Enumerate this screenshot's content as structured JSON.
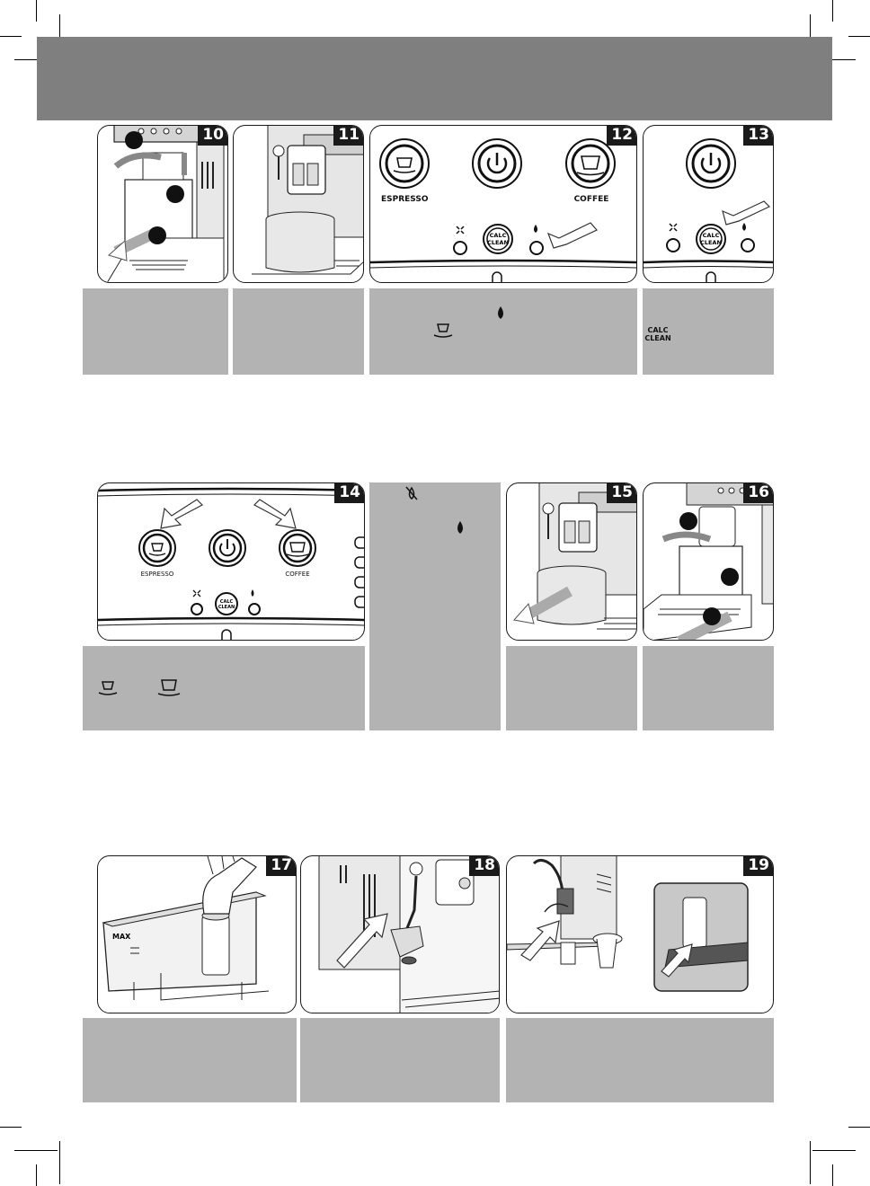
{
  "steps": {
    "s10": "10",
    "s11": "11",
    "s12": "12",
    "s13": "13",
    "s14": "14",
    "s15": "15",
    "s16": "16",
    "s17": "17",
    "s18": "18",
    "s19": "19"
  },
  "buttons": {
    "espresso": "ESPRESSO",
    "coffee": "COFFEE",
    "calc": "CALC",
    "clean": "CLEAN"
  },
  "icons": {
    "descale": "water-drop-icon",
    "no_descale": "crossed-drop-icon",
    "espresso": "espresso-cup-icon",
    "coffee": "coffee-cup-icon",
    "power": "power-icon",
    "alarm": "sparkle-alert-icon",
    "callout": "numbered-callout-icon",
    "arrow": "direction-arrow-icon"
  },
  "colors": {
    "header": "#7f7f7f",
    "caption": "#b3b3b3",
    "line": "#1a1a1a"
  }
}
